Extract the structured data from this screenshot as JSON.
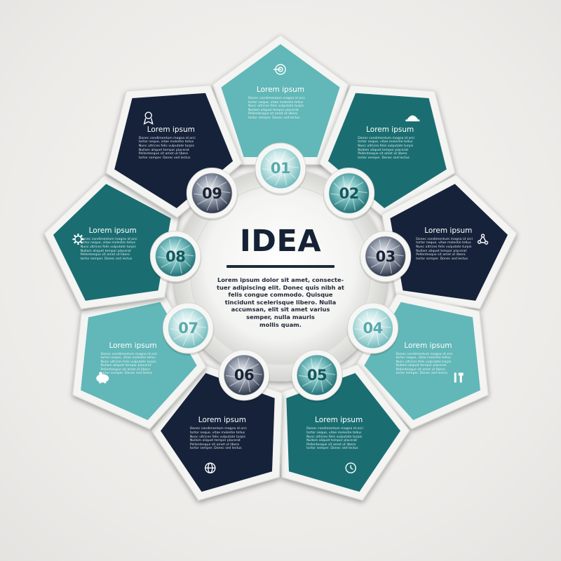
{
  "center": {
    "title": "IDEA",
    "text_lines": [
      "Lorem ipsum dolor sit amet, consecte-",
      "tuer adipiscing elit. Donec quis nibh at",
      "felis congue commodo. Quisque",
      "tincidunt scelerisque libero. Nulla",
      "accumsan, elit sit amet varius",
      "semper, nulla mauris",
      "mollis quam."
    ]
  },
  "colors": {
    "navy": "#15223a",
    "teal": "#1a6e72",
    "aqua": "#62b7b8",
    "frame": "#f4f4f2",
    "center_text": "#152235"
  },
  "segments": [
    {
      "number": "01",
      "title": "Lorem ipsum",
      "icon": "target-icon",
      "style": "aqua",
      "text_lines": [
        "Donec condimentum magna id orci",
        "tortor neque, vitae molestie tellus",
        "Nunc ultrices felis vulputate turpis",
        "Nullam aliquet tempor placerat",
        "Pellentesque sit amet ut libero",
        "tortor semper. Donec sed lectus"
      ]
    },
    {
      "number": "02",
      "title": "Lorem ipsum",
      "icon": "hard-hat-icon",
      "style": "teal",
      "text_lines": [
        "Donec condimentum magna id orci",
        "tortor neque, vitae molestie tellus",
        "Nunc ultrices felis vulputate turpis",
        "Nullam aliquet tempor placerat",
        "Pellentesque sit amet ut libero",
        "tortor semper. Donec sed lectus"
      ]
    },
    {
      "number": "03",
      "title": "Lorem ipsum",
      "icon": "share-nodes-icon",
      "style": "navy",
      "text_lines": [
        "Donec condimentum magna id orci",
        "tortor neque, vitae molestie tellus",
        "Nunc ultrices felis vulputate turpis",
        "Nullam aliquet tempor placerat",
        "Pellentesque sit amet ut libero",
        "tortor semper. Donec sed lectus"
      ]
    },
    {
      "number": "04",
      "title": "Lorem ipsum",
      "icon": "tools-icon",
      "style": "aqua",
      "text_lines": [
        "Donec condimentum magna id orci",
        "tortor neque, vitae molestie tellus",
        "Nunc ultrices felis vulputate turpis",
        "Nullam aliquet tempor placerat",
        "Pellentesque sit amet ut libero",
        "tortor semper. Donec sed lectus"
      ]
    },
    {
      "number": "05",
      "title": "Lorem ipsum",
      "icon": "clock-icon",
      "style": "teal",
      "text_lines": [
        "Donec condimentum magna id orci",
        "tortor neque, vitae molestie tellus",
        "Nunc ultrices felis vulputate turpis",
        "Nullam aliquet tempor placerat",
        "Pellentesque sit amet ut libero",
        "tortor semper. Donec sed lectus"
      ]
    },
    {
      "number": "06",
      "title": "Lorem ipsum",
      "icon": "globe-icon",
      "style": "navy",
      "text_lines": [
        "Donec condimentum magna id orci",
        "tortor neque, vitae molestie tellus",
        "Nunc ultrices felis vulputate turpis",
        "Nullam aliquet tempor placerat",
        "Pellentesque sit amet ut libero",
        "tortor semper. Donec sed lectus"
      ]
    },
    {
      "number": "07",
      "title": "Lorem ipsum",
      "icon": "piggy-bank-icon",
      "style": "aqua",
      "text_lines": [
        "Donec condimentum magna id orci",
        "tortor neque, vitae molestie tellus",
        "Nunc ultrices felis vulputate turpis",
        "Nullam aliquet tempor placerat",
        "Pellentesque sit amet ut libero",
        "tortor semper. Donec sed lectus"
      ]
    },
    {
      "number": "08",
      "title": "Lorem ipsum",
      "icon": "gear-icon",
      "style": "teal",
      "text_lines": [
        "Donec condimentum magna id orci",
        "tortor neque, vitae molestie tellus",
        "Nunc ultrices felis vulputate turpis",
        "Nullam aliquet tempor placerat",
        "Pellentesque sit amet ut libero",
        "tortor semper. Donec sed lectus"
      ]
    },
    {
      "number": "09",
      "title": "Lorem ipsum",
      "icon": "award-icon",
      "style": "navy",
      "text_lines": [
        "Donec condimentum magna id orci",
        "tortor neque, vitae molestie tellus",
        "Nunc ultrices felis vulputate turpis",
        "Nullam aliquet tempor placerat",
        "Pellentesque sit amet ut libero",
        "tortor semper. Donec sed lectus"
      ]
    }
  ]
}
